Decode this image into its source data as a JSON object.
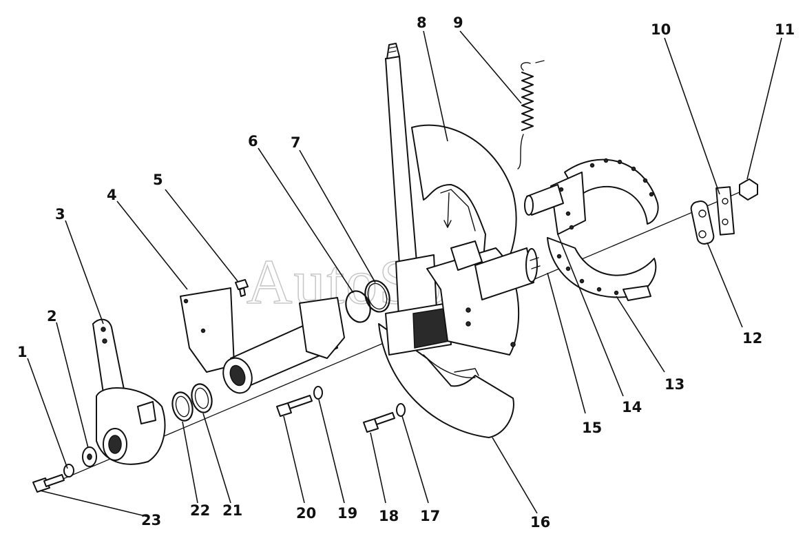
{
  "watermark": "AutoSoft",
  "callouts": {
    "n1": "1",
    "n2": "2",
    "n3": "3",
    "n4": "4",
    "n5": "5",
    "n6": "6",
    "n7": "7",
    "n8": "8",
    "n9": "9",
    "n10": "10",
    "n11": "11",
    "n12": "12",
    "n13": "13",
    "n14": "14",
    "n15": "15",
    "n16": "16",
    "n17": "17",
    "n18": "18",
    "n19": "19",
    "n20": "20",
    "n21": "21",
    "n22": "22",
    "n23": "23"
  }
}
